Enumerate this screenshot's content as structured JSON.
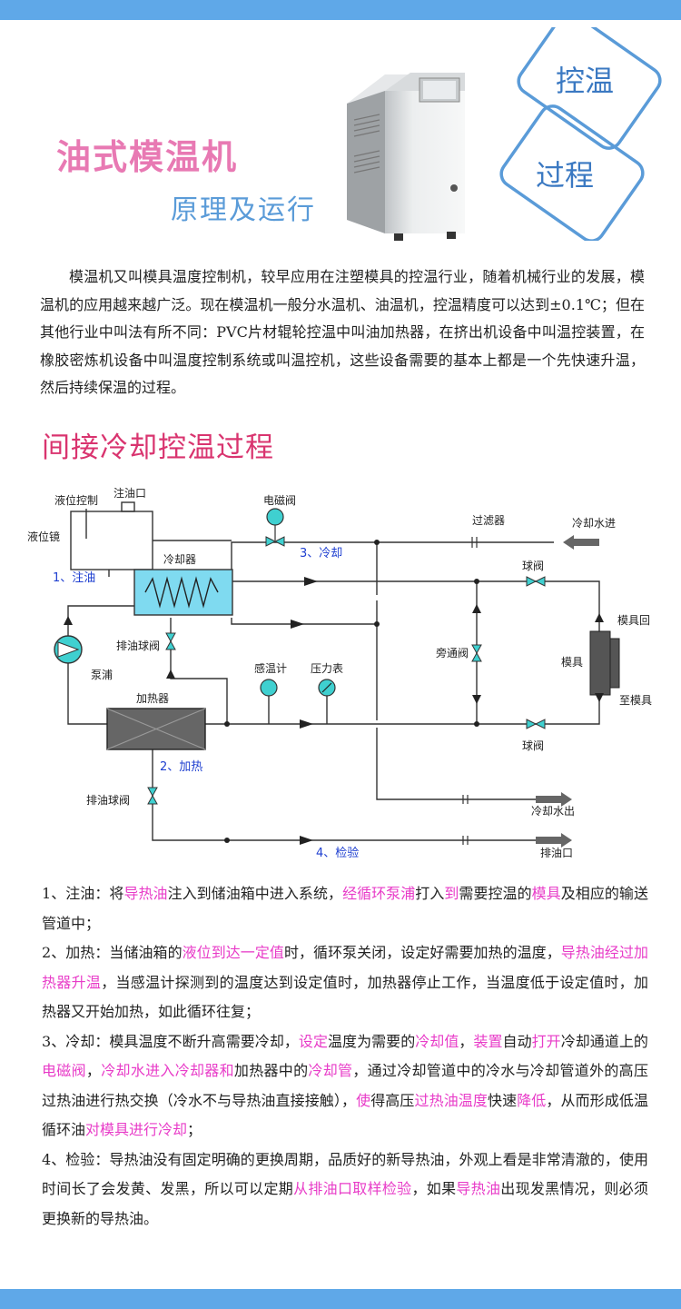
{
  "header": {
    "title": "油式模温机",
    "subtitle": "原理及运行",
    "tag1": "控温",
    "tag2": "过程"
  },
  "intro": "模温机又叫模具温度控制机，较早应用在注塑模具的控温行业，随着机械行业的发展，模温机的应用越来越广泛。现在模温机一般分水温机、油温机，控温精度可以达到±0.1℃；但在其他行业中叫法有所不同：PVC片材辊轮控温中叫油加热器，在挤出机设备中叫温控装置，在橡胶密炼机设备中叫温度控制系统或叫温控机，这些设备需要的基本上都是一个先快速升温，然后持续保温的过程。",
  "section_title": "间接冷却控温过程",
  "diagram": {
    "oil_inlet": "注油口",
    "level_control": "液位控制",
    "level_glass": "液位镜",
    "step1": "1、注油",
    "cooler": "冷却器",
    "solenoid": "电磁阀",
    "step3": "3、冷却",
    "filter": "过滤器",
    "cool_in": "冷却水进",
    "ball_valve_top": "球阀",
    "drain_valve_top": "排油球阀",
    "mold_return": "模具回",
    "bypass": "旁通阀",
    "mold": "模具",
    "pump": "泵浦",
    "thermo": "感温计",
    "pressure": "压力表",
    "heater": "加热器",
    "to_mold": "至模具",
    "ball_valve_bot": "球阀",
    "step2": "2、加热",
    "drain_valve_bot": "排油球阀",
    "cool_out": "冷却水出",
    "step4": "4、检验",
    "drain_port": "排油口"
  },
  "steps": [
    [
      {
        "t": "1、注油：将"
      },
      {
        "t": "导热油",
        "h": 1
      },
      {
        "t": "注入到储油箱中进入系统，"
      },
      {
        "t": "经循环泵浦",
        "h": 1
      },
      {
        "t": "打入"
      },
      {
        "t": "到",
        "h": 1
      },
      {
        "t": "需要控温的"
      },
      {
        "t": "模具",
        "h": 1
      },
      {
        "t": "及相应的输送管道中；"
      }
    ],
    [
      {
        "t": "2、加热：当储油箱的"
      },
      {
        "t": "液位到达一定值",
        "h": 1
      },
      {
        "t": "时，循环泵关闭，设定好需要加热的温度，"
      },
      {
        "t": "导热油经过加热器升温",
        "h": 1
      },
      {
        "t": "，当感温计探测到的温度达到设定值时，加热器停止工作，当温度低于设定值时，加热器又开始加热，如此循环往复；"
      }
    ],
    [
      {
        "t": "3、冷却：模具温度不断升高需要冷却，"
      },
      {
        "t": "设定",
        "h": 1
      },
      {
        "t": "温度为需要的"
      },
      {
        "t": "冷却值",
        "h": 1
      },
      {
        "t": "，"
      },
      {
        "t": "装置",
        "h": 1
      },
      {
        "t": "自动"
      },
      {
        "t": "打开",
        "h": 1
      },
      {
        "t": "冷却通道上的"
      },
      {
        "t": "电磁阀",
        "h": 1
      },
      {
        "t": "，"
      },
      {
        "t": "冷却水进入冷却器和",
        "h": 1
      },
      {
        "t": "加热器中的"
      },
      {
        "t": "冷却管",
        "h": 1
      },
      {
        "t": "，通过冷却管道中的冷水与冷却管道外的高压过热油进行热交换（冷水不与导热油直接接触），"
      },
      {
        "t": "使",
        "h": 1
      },
      {
        "t": "得高压"
      },
      {
        "t": "过热油温度",
        "h": 1
      },
      {
        "t": "快速"
      },
      {
        "t": "降低",
        "h": 1
      },
      {
        "t": "，从而形成低温循环油"
      },
      {
        "t": "对模具进行冷却",
        "h": 1
      },
      {
        "t": "；"
      }
    ],
    [
      {
        "t": "4、检验：导热油没有固定明确的更换周期，品质好的新导热油，外观上看是非常清澈的，使用时间长了会发黄、发黑，所以可以定期"
      },
      {
        "t": "从排油口取样检验",
        "h": 1
      },
      {
        "t": "，如果"
      },
      {
        "t": "导热油",
        "h": 1
      },
      {
        "t": "出现发黑情况，则必须更换新的导热油。"
      }
    ]
  ],
  "colors": {
    "bar": "#5fa8e8",
    "title": "#e879b3",
    "subtitle": "#5a9bd8",
    "section": "#d9346f",
    "highlight": "#e83cc8",
    "cooler": "#7fdaf0",
    "valve": "#3fd0d0",
    "step_label": "#1e3fd0"
  }
}
